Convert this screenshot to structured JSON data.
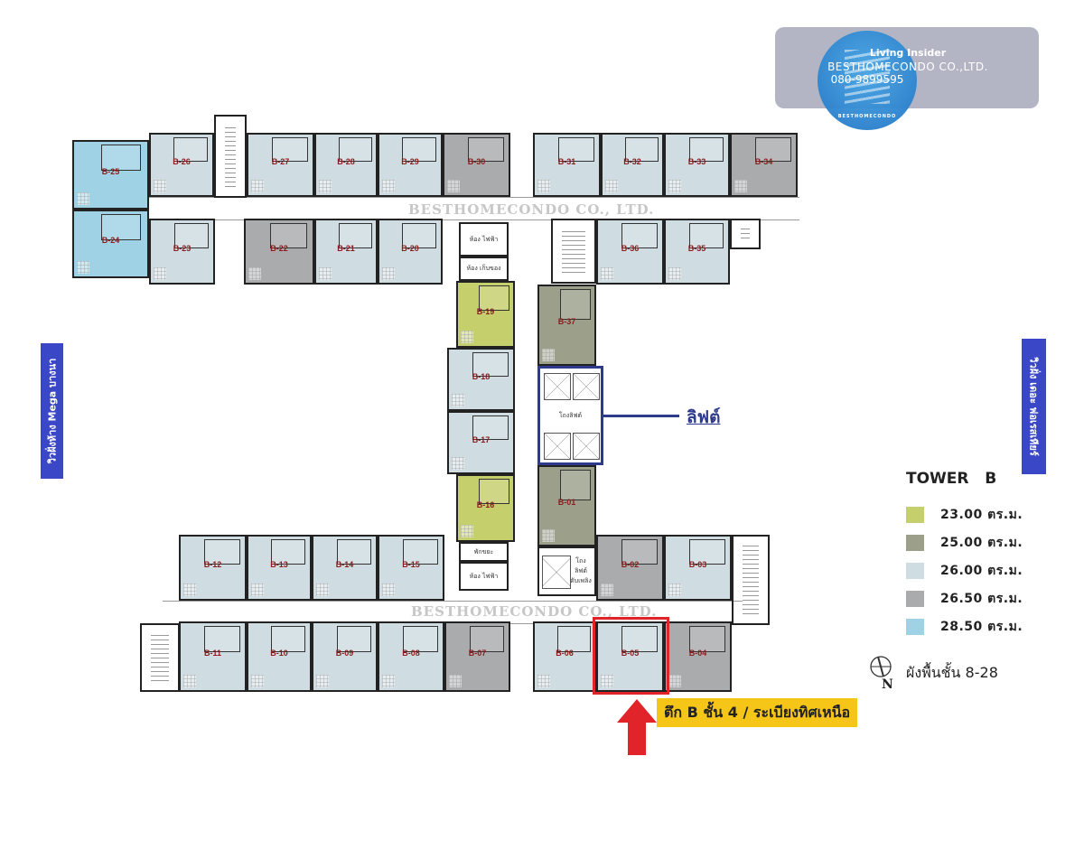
{
  "logo": {
    "brand": "Living Insider",
    "company": "BESTHOMECONDO CO.,LTD.",
    "phone": "080-9899595",
    "circle_text": "BESTHOMECONDO"
  },
  "watermark": "BESTHOMECONDO CO., LTD.",
  "view_left": "วิวฝั่งห้าง Mega บางนา",
  "view_right": "วิวฝั่ง เดอะ ฟอเรสเทียร์",
  "lift_label": "ลิฟต์",
  "lift_lobby": "โถงลิฟต์",
  "lift_lobby_small": "โถง ลิฟต์ ดับเพลิง",
  "utility": {
    "electric": "ห้อง ไฟฟ้า",
    "storage": "ห้อง เก็บของ",
    "garbage": "พักขยะ",
    "electric2": "ห้อง ไฟฟ้า"
  },
  "legend": {
    "title": "TOWER   B",
    "items": [
      {
        "label": "23.00  ตร.ม.",
        "color": "#c5cf6c"
      },
      {
        "label": "25.00  ตร.ม.",
        "color": "#9ca08a"
      },
      {
        "label": "26.00  ตร.ม.",
        "color": "#cfdce2"
      },
      {
        "label": "26.50  ตร.ม.",
        "color": "#a9abac"
      },
      {
        "label": "28.50  ตร.ม.",
        "color": "#9fd2e4"
      }
    ],
    "floors": "ผังพื้นชั้น 8-28",
    "north": "N"
  },
  "highlight": {
    "unit": "B-05",
    "caption": "ตึก B ชั้น 4 / ระเบียงทิศเหนือ",
    "box_color": "#e0242a",
    "caption_bg": "#f5c518"
  },
  "units": [
    {
      "label": "B-01",
      "size": 1
    },
    {
      "label": "B-02",
      "size": 3
    },
    {
      "label": "B-03",
      "size": 2
    },
    {
      "label": "B-04",
      "size": 3
    },
    {
      "label": "B-05",
      "size": 2
    },
    {
      "label": "B-06",
      "size": 2
    },
    {
      "label": "B-07",
      "size": 3
    },
    {
      "label": "B-08",
      "size": 2
    },
    {
      "label": "B-09",
      "size": 2
    },
    {
      "label": "B-10",
      "size": 2
    },
    {
      "label": "B-11",
      "size": 2
    },
    {
      "label": "B-12",
      "size": 2
    },
    {
      "label": "B-13",
      "size": 2
    },
    {
      "label": "B-14",
      "size": 2
    },
    {
      "label": "B-15",
      "size": 2
    },
    {
      "label": "B-16",
      "size": 0
    },
    {
      "label": "B-17",
      "size": 2
    },
    {
      "label": "B-18",
      "size": 2
    },
    {
      "label": "B-19",
      "size": 0
    },
    {
      "label": "B-20",
      "size": 2
    },
    {
      "label": "B-21",
      "size": 2
    },
    {
      "label": "B-22",
      "size": 3
    },
    {
      "label": "B-23",
      "size": 2
    },
    {
      "label": "B-24",
      "size": 4
    },
    {
      "label": "B-25",
      "size": 4
    },
    {
      "label": "B-26",
      "size": 2
    },
    {
      "label": "B-27",
      "size": 2
    },
    {
      "label": "B-28",
      "size": 2
    },
    {
      "label": "B-29",
      "size": 2
    },
    {
      "label": "B-30",
      "size": 3
    },
    {
      "label": "B-31",
      "size": 2
    },
    {
      "label": "B-32",
      "size": 2
    },
    {
      "label": "B-33",
      "size": 2
    },
    {
      "label": "B-34",
      "size": 3
    },
    {
      "label": "B-35",
      "size": 2
    },
    {
      "label": "B-36",
      "size": 2
    },
    {
      "label": "B-37",
      "size": 1
    }
  ]
}
